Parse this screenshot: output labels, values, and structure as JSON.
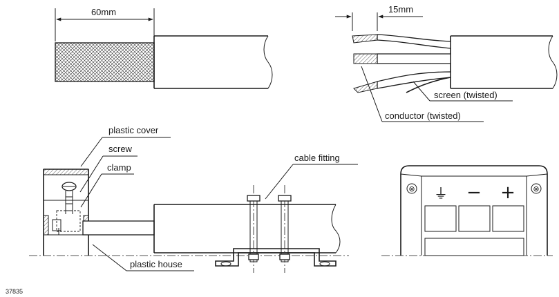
{
  "dimensions": {
    "strip_length": "60mm",
    "conductor_length": "15mm"
  },
  "labels": {
    "plastic_cover": "plastic cover",
    "screw": "screw",
    "clamp": "clamp",
    "cable_fitting": "cable fitting",
    "plastic_house": "plastic house",
    "screen_twisted": "screen (twisted)",
    "conductor_twisted": "conductor (twisted)"
  },
  "terminal_symbols": [
    "⏚",
    "−",
    "+"
  ],
  "reference_number": "37835"
}
